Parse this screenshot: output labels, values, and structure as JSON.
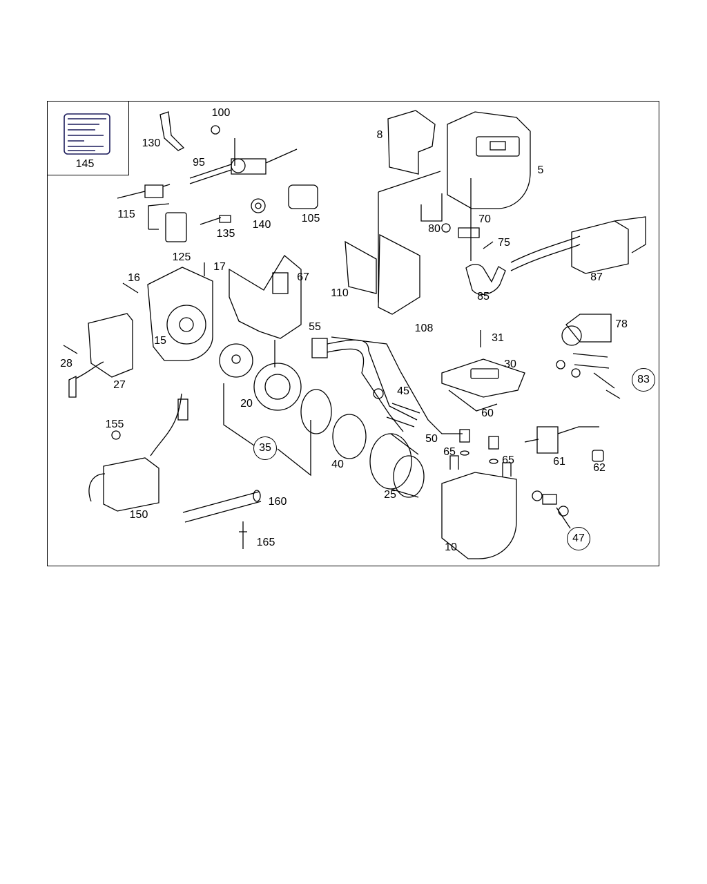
{
  "diagram": {
    "inset_label": "145",
    "parts": [
      {
        "id": "p130",
        "label": "130"
      },
      {
        "id": "p100",
        "label": "100"
      },
      {
        "id": "p95",
        "label": "95"
      },
      {
        "id": "p115",
        "label": "115"
      },
      {
        "id": "p125",
        "label": "125"
      },
      {
        "id": "p135",
        "label": "135"
      },
      {
        "id": "p140",
        "label": "140"
      },
      {
        "id": "p105",
        "label": "105"
      },
      {
        "id": "p8",
        "label": "8"
      },
      {
        "id": "p5",
        "label": "5"
      },
      {
        "id": "p80",
        "label": "80"
      },
      {
        "id": "p70",
        "label": "70"
      },
      {
        "id": "p75",
        "label": "75"
      },
      {
        "id": "p87",
        "label": "87"
      },
      {
        "id": "p85",
        "label": "85"
      },
      {
        "id": "p17",
        "label": "17"
      },
      {
        "id": "p16",
        "label": "16"
      },
      {
        "id": "p67",
        "label": "67"
      },
      {
        "id": "p110",
        "label": "110"
      },
      {
        "id": "p108",
        "label": "108"
      },
      {
        "id": "p55",
        "label": "55"
      },
      {
        "id": "p78",
        "label": "78"
      },
      {
        "id": "p31",
        "label": "31"
      },
      {
        "id": "p30",
        "label": "30"
      },
      {
        "id": "p15",
        "label": "15"
      },
      {
        "id": "p28",
        "label": "28"
      },
      {
        "id": "p27",
        "label": "27"
      },
      {
        "id": "p20",
        "label": "20"
      },
      {
        "id": "p45",
        "label": "45"
      },
      {
        "id": "p60",
        "label": "60"
      },
      {
        "id": "p50",
        "label": "50"
      },
      {
        "id": "p65a",
        "label": "65"
      },
      {
        "id": "p65b",
        "label": "65"
      },
      {
        "id": "p61",
        "label": "61"
      },
      {
        "id": "p62",
        "label": "62"
      },
      {
        "id": "p155",
        "label": "155"
      },
      {
        "id": "p40",
        "label": "40"
      },
      {
        "id": "p25",
        "label": "25"
      },
      {
        "id": "p160",
        "label": "160"
      },
      {
        "id": "p150",
        "label": "150"
      },
      {
        "id": "p165",
        "label": "165"
      },
      {
        "id": "p10",
        "label": "10"
      }
    ],
    "kits": [
      {
        "id": "k83",
        "label": "83"
      },
      {
        "id": "k35",
        "label": "35"
      },
      {
        "id": "k47",
        "label": "47"
      }
    ]
  }
}
